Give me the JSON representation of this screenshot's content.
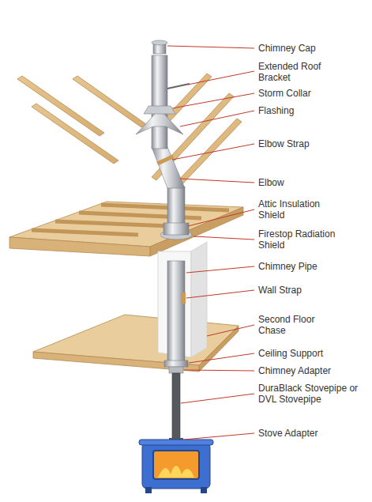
{
  "diagram": {
    "labels": [
      "Chimney Cap",
      "Extended Roof Bracket",
      "Storm Collar",
      "Flashing",
      "Elbow Strap",
      "Elbow",
      "Attic Insulation Shield",
      "Firestop Radiation Shield",
      "Chimney Pipe",
      "Wall Strap",
      "Second Floor Chase",
      "Ceiling Support",
      "Chimney Adapter",
      "DuraBlack Stovepipe or DVL Stovepipe",
      "Stove Adapter"
    ]
  }
}
